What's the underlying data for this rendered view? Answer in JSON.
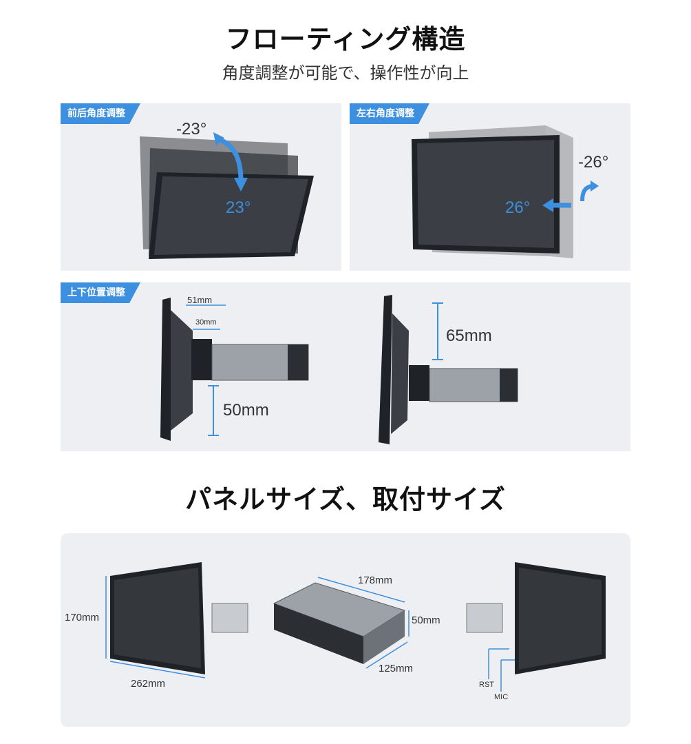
{
  "header": {
    "title": "フローティング構造",
    "subtitle": "角度調整が可能で、操作性が向上"
  },
  "panels": {
    "tilt": {
      "tag": "前后角度调整",
      "angle_up": "-23°",
      "angle_down": "23°"
    },
    "swivel": {
      "tag": "左右角度调整",
      "angle_back": "-26°",
      "angle_front": "26°"
    },
    "height": {
      "tag": "上下位置调整",
      "dim_51": "51mm",
      "dim_30": "30mm",
      "dim_50": "50mm",
      "dim_65": "65mm"
    }
  },
  "section2": {
    "title": "パネルサイズ、取付サイズ"
  },
  "sizes": {
    "panel_height": "170mm",
    "panel_width": "262mm",
    "unit_length": "178mm",
    "unit_height": "50mm",
    "unit_depth": "125mm",
    "rst": "RST",
    "mic": "MIC"
  },
  "colors": {
    "accent": "#3d8fe0",
    "panel_bg": "#eeeff2"
  }
}
